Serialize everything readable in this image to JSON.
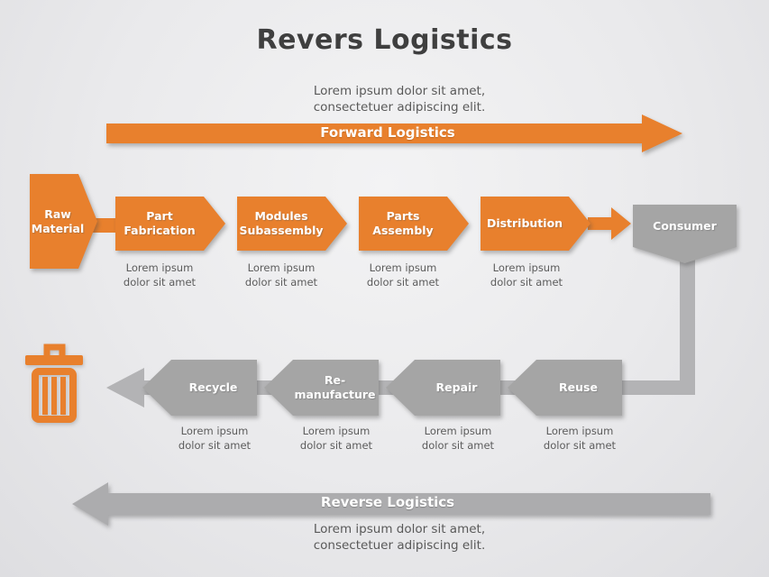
{
  "title": "Revers Logistics",
  "subtitle_top": "Lorem ipsum dolor sit amet,\nconsectetuer adipiscing elit.",
  "subtitle_bottom": "Lorem ipsum dolor sit amet,\nconsectetuer adipiscing elit.",
  "forward_banner": {
    "label": "Forward Logistics"
  },
  "reverse_banner": {
    "label": "Reverse Logistics"
  },
  "source_node": {
    "label": "Raw Material"
  },
  "consumer_node": {
    "label": "Consumer"
  },
  "forward_steps": [
    {
      "label": "Part Fabrication",
      "caption": "Lorem ipsum\ndolor sit amet"
    },
    {
      "label": "Modules Subassembly",
      "caption": "Lorem ipsum\ndolor sit amet"
    },
    {
      "label": "Parts Assembly",
      "caption": "Lorem ipsum\ndolor sit amet"
    },
    {
      "label": "Distribution",
      "caption": "Lorem ipsum\ndolor sit amet"
    }
  ],
  "reverse_steps": [
    {
      "label": "Recycle",
      "caption": "Lorem ipsum\ndolor sit amet"
    },
    {
      "label": "Re-manufacture",
      "caption": "Lorem ipsum\ndolor sit amet"
    },
    {
      "label": "Repair",
      "caption": "Lorem ipsum\ndolor sit amet"
    },
    {
      "label": "Reuse",
      "caption": "Lorem ipsum\ndolor sit amet"
    }
  ],
  "icons": {
    "trash": "trash-can-icon"
  },
  "colors": {
    "orange": "#E8802D",
    "gray_shape": "#A5A5A5",
    "gray_band": "#B3B3B5",
    "reverse_banner_gray": "#ACACAE",
    "title_text": "#3F3F3F",
    "body_text": "#595959",
    "label_text": "#FFFFFF"
  }
}
